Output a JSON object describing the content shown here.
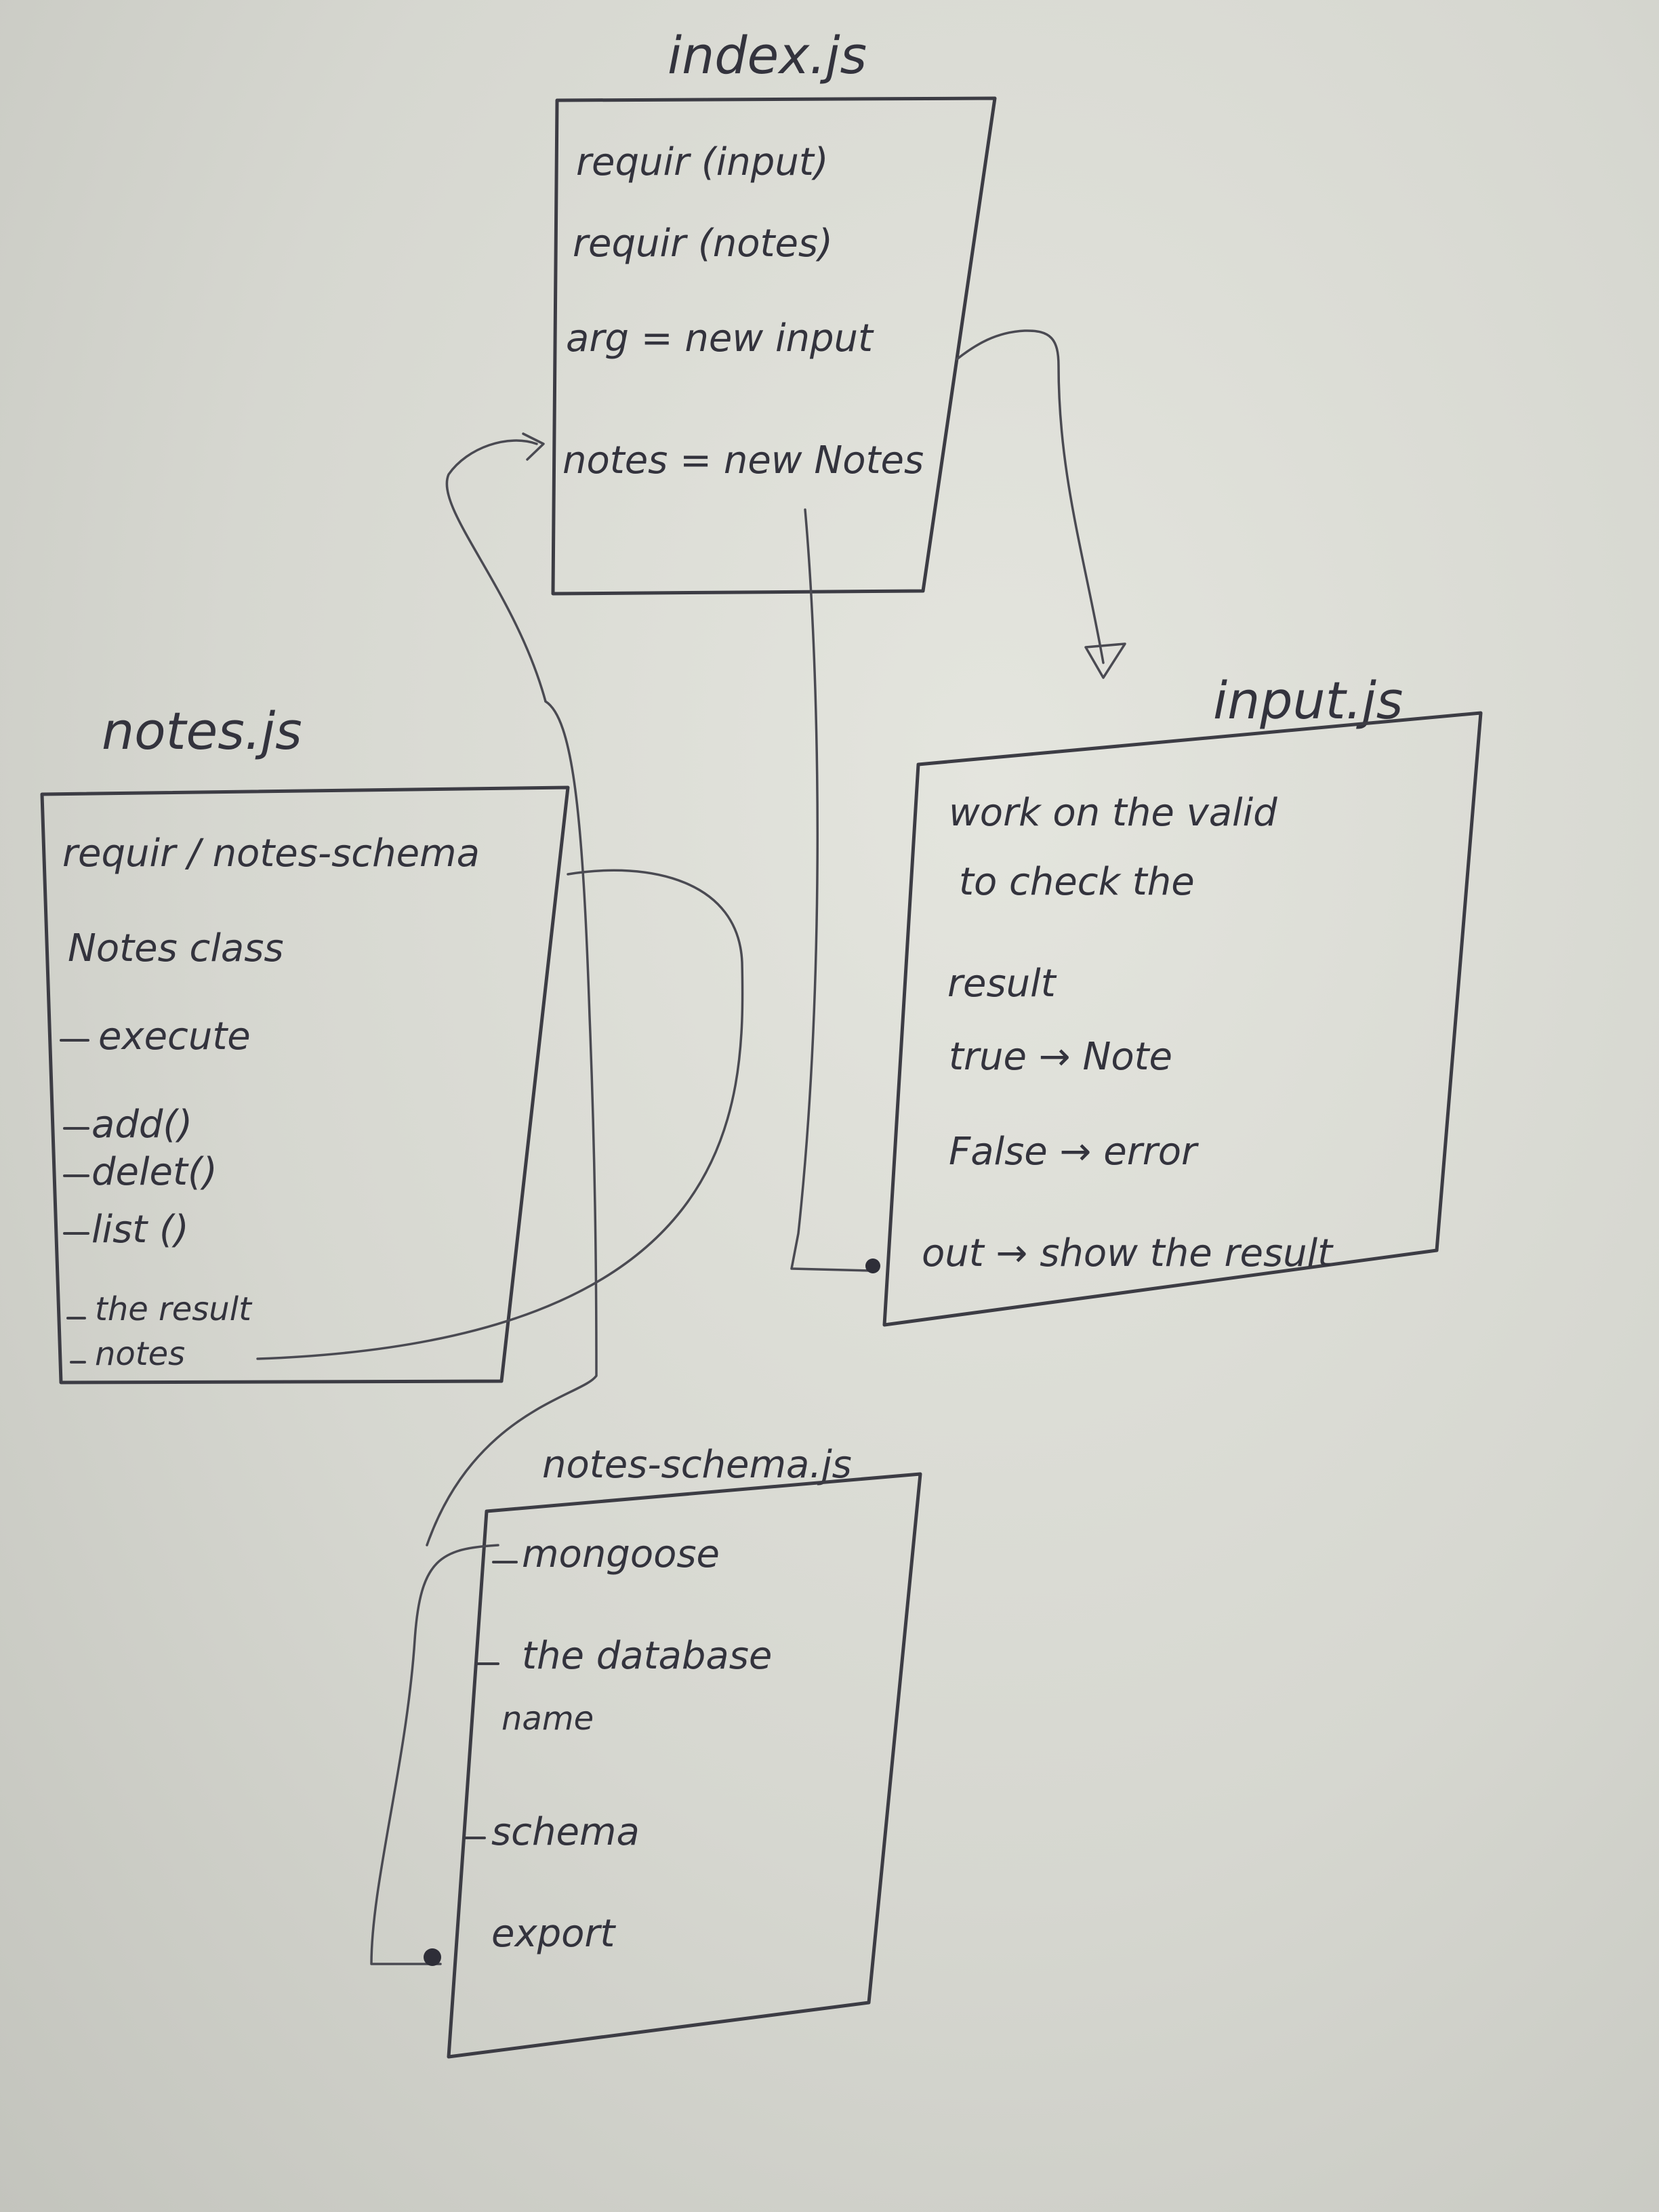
{
  "diagram": {
    "index": {
      "title": "index.js",
      "items": [
        "requir (input)",
        "requir (notes)",
        "arg = new input",
        "notes = new Notes"
      ]
    },
    "notes": {
      "title": "notes.js",
      "items": [
        "requir / notes-schema",
        "Notes class",
        "execute",
        "add()",
        "delet()",
        "list ()",
        "the result",
        "notes"
      ]
    },
    "input": {
      "title": "input.js",
      "items": [
        "work on the valid",
        "to check the",
        "result",
        "true → Note",
        "False → error",
        "out → show the result"
      ]
    },
    "schema": {
      "title": "notes-schema.js",
      "items": [
        "mongoose",
        "the database",
        "name",
        "schema",
        "export"
      ]
    }
  }
}
